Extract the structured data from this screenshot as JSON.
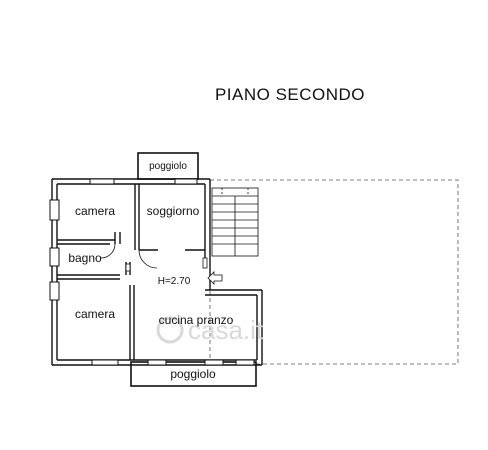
{
  "title": "PIANO SECONDO",
  "rooms": {
    "camera_top": "camera",
    "soggiorno": "soggiorno",
    "bagno": "bagno",
    "camera_bottom": "camera",
    "cucina": "cucina pranzo"
  },
  "balconies": {
    "top": "poggiolo",
    "bottom": "poggiolo"
  },
  "ceiling_height": "H=2.70",
  "watermark": "casa.it",
  "colors": {
    "wall": "#111111",
    "dashed_outline": "#555555",
    "watermark": "#d9d9d9"
  }
}
